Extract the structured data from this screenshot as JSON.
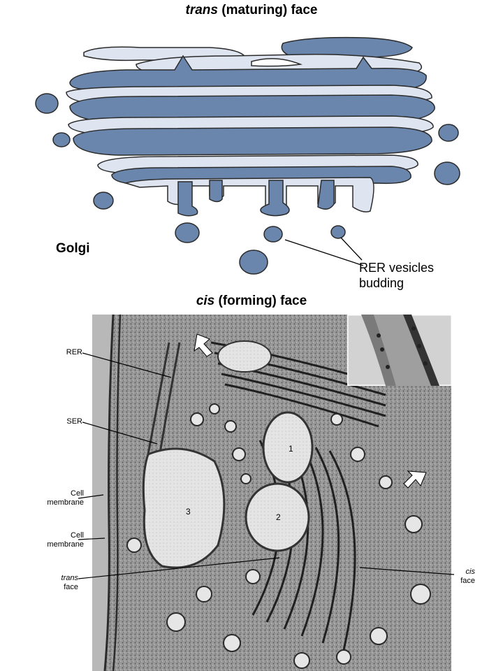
{
  "header": {
    "trans_italic": "trans",
    "trans_rest": " (maturing) face",
    "cis_italic": "cis",
    "cis_rest": " (forming) face"
  },
  "diagram": {
    "golgi_label": "Golgi",
    "rer_line1": "RER vesicles",
    "rer_line2": "budding"
  },
  "micrograph": {
    "labels": {
      "rer": "RER",
      "ser": "SER",
      "cell_membrane_1_a": "Cell",
      "cell_membrane_1_b": "membrane",
      "cell_membrane_2_a": "Cell",
      "cell_membrane_2_b": "membrane",
      "trans_face_a": "trans",
      "trans_face_b": "face",
      "cis_face_a": "cis",
      "cis_face_b": "face",
      "vacuole_1": "1",
      "vacuole_2": "2",
      "vacuole_3": "3"
    }
  },
  "colors": {
    "cisterna_fill": "#6b86ad",
    "cisterna_light": "#dfe5f0",
    "outline": "#2a2a2a"
  }
}
